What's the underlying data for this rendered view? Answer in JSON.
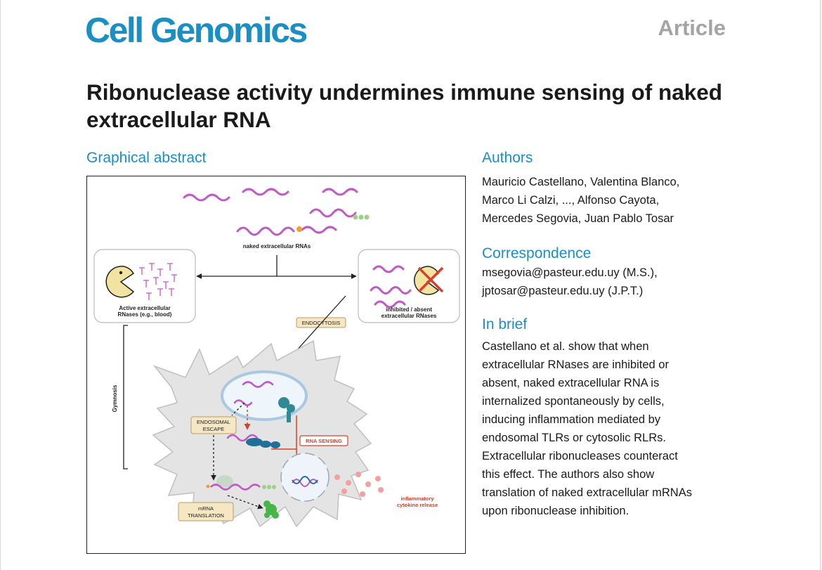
{
  "header": {
    "journal": "Cell Genomics",
    "article_type": "Article"
  },
  "title": "Ribonuclease activity undermines immune sensing of naked extracellular RNA",
  "graphical_abstract": {
    "heading": "Graphical abstract",
    "labels": {
      "naked_rnas": "naked extracellular RNAs",
      "active_line1": "Active extracellular",
      "active_line2": "RNases (e.g., blood)",
      "inhibited_line1": "inhibited / absent",
      "inhibited_line2": "extracellular RNases",
      "endocytosis": "ENDOCYTOSIS",
      "gymnosis": "Gymnosis",
      "escape_line1": "ENDOSOMAL",
      "escape_line2": "ESCAPE",
      "rna_sensing": "RNA SENSING",
      "translation_line1": "mRNA",
      "translation_line2": "TRANSLATION",
      "cytokine_line1": "inflammatory",
      "cytokine_line2": "cytokine release"
    },
    "colors": {
      "rna": "#c257c7",
      "pacman": "#f3e3a0",
      "tag_fill": "#f5e6c4",
      "sensing_red": "#d9402a",
      "cell_fill": "#e4e4e4",
      "receptor_teal": "#2f8a96"
    }
  },
  "authors": {
    "heading": "Authors",
    "lines": [
      "Mauricio Castellano, Valentina Blanco,",
      "Marco Li Calzi, ..., Alfonso Cayota,",
      "Mercedes Segovia, Juan Pablo Tosar"
    ]
  },
  "correspondence": {
    "heading": "Correspondence",
    "lines": [
      "msegovia@pasteur.edu.uy (M.S.),",
      "jptosar@pasteur.edu.uy (J.P.T.)"
    ]
  },
  "in_brief": {
    "heading": "In brief",
    "lines": [
      "Castellano et al. show that when",
      "extracellular RNases are inhibited or",
      "absent, naked extracellular RNA is",
      "internalized spontaneously by cells,",
      "inducing inflammation mediated by",
      "endosomal TLRs or cytosolic RLRs.",
      "Extracellular ribonucleases counteract",
      "this effect. The authors also show",
      "translation of naked extracellular mRNAs",
      "upon ribonuclease inhibition."
    ]
  }
}
